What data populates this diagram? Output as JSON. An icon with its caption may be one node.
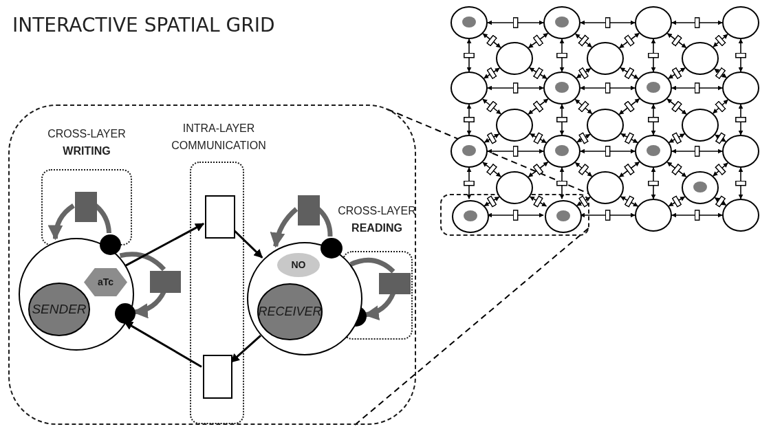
{
  "diagram": {
    "title": "INTERACTIVE SPATIAL GRID",
    "nodes": [
      {
        "text": [],
        "shape": "box"
      },
      {
        "text": [
          "CROSS-LAYER **WRITING**"
        ],
        "in": 0
      },
      {
        "text": [
          "INTRA-LAYER COMMUNICATION"
        ],
        "in": 0
      },
      {
        "text": [
          "CROSS-LAYER **READING**"
        ],
        "in": 0
      },
      {
        "text": [],
        "shape": "circle",
        "in": 0
      },
      {
        "text": [
          "SENDER"
        ],
        "in": 4
      },
      {
        "text": [
          "aTc"
        ],
        "in": 4
      },
      {
        "text": [],
        "shape": "box",
        "in": 1
      },
      {
        "text": [],
        "shape": "circle",
        "in": 0
      },
      {
        "text": [],
        "shape": "box",
        "in": 0
      },
      {
        "text": [],
        "shape": "circle",
        "in": 4
      },
      {
        "text": [],
        "shape": "box",
        "in": 2
      },
      {
        "text": [],
        "shape": "box",
        "in": 2
      },
      {
        "text": [],
        "shape": "circle",
        "in": 0
      },
      {
        "text": [
          "NO"
        ],
        "in": 13
      },
      {
        "text": [
          "RECEIVER"
        ],
        "in": 13
      },
      {
        "text": [],
        "shape": "box",
        "in": 0
      },
      {
        "text": [],
        "shape": "circle",
        "in": 0
      },
      {
        "text": [],
        "shape": "box",
        "in": 3
      },
      {
        "text": [],
        "shape": "circle",
        "in": 3
      },
      {
        "text": [],
        "shape": "box"
      },
      {
        "text": [],
        "shape": "circle"
      },
      {
        "text": [],
        "shape": "circle"
      },
      {
        "text": [],
        "shape": "circle"
      },
      {
        "text": [],
        "shape": "circle"
      },
      {
        "text": [],
        "shape": "circle"
      },
      {
        "text": [],
        "shape": "circle"
      },
      {
        "text": [],
        "shape": "circle"
      },
      {
        "text": [],
        "shape": "circle"
      },
      {
        "text": [],
        "shape": "circle"
      },
      {
        "text": [],
        "shape": "circle"
      },
      {
        "text": [],
        "shape": "circle"
      },
      {
        "text": [],
        "shape": "circle"
      },
      {
        "text": [],
        "shape": "circle"
      },
      {
        "text": [],
        "shape": "circle"
      },
      {
        "text": [],
        "shape": "circle"
      },
      {
        "text": [],
        "shape": "circle"
      },
      {
        "text": [],
        "shape": "circle"
      },
      {
        "text": [],
        "shape": "circle"
      },
      {
        "text": [],
        "shape": "circle"
      },
      {
        "text": [],
        "shape": "circle"
      },
      {
        "text": [],
        "shape": "circle"
      },
      {
        "text": [],
        "shape": "circle",
        "in": 20
      },
      {
        "text": [],
        "shape": "circle",
        "in": 20
      },
      {
        "text": [],
        "shape": "circle"
      },
      {
        "text": [],
        "shape": "circle"
      }
    ],
    "edges": [
      {
        "from": 8,
        "to": 7,
        "arrow": "none",
        "style": "thick",
        "color": "#666666"
      },
      {
        "from": 7,
        "to": 4,
        "arrow": "to",
        "style": "thick",
        "color": "#666666"
      },
      {
        "from": 4,
        "to": 9,
        "arrow": "none",
        "style": "thick",
        "color": "#666666"
      },
      {
        "from": 9,
        "to": 10,
        "arrow": "to",
        "style": "thick",
        "color": "#666666"
      },
      {
        "from": 4,
        "to": 11,
        "arrow": "to"
      },
      {
        "from": 11,
        "to": 13,
        "arrow": "to"
      },
      {
        "from": 13,
        "to": 12,
        "arrow": "to"
      },
      {
        "from": 12,
        "to": 4,
        "arrow": "to"
      },
      {
        "from": 17,
        "to": 16,
        "arrow": "none",
        "style": "thick",
        "color": "#666666"
      },
      {
        "from": 16,
        "to": 13,
        "arrow": "to",
        "style": "thick",
        "color": "#666666"
      },
      {
        "from": 13,
        "to": 18,
        "arrow": "none",
        "style": "thick",
        "color": "#666666"
      },
      {
        "from": 18,
        "to": 19,
        "arrow": "to",
        "style": "thick",
        "color": "#666666"
      },
      {
        "from": 0,
        "to": 20,
        "arrow": "none",
        "style": "dashed"
      },
      {
        "from": 0,
        "to": 20,
        "arrow": "none",
        "style": "dashed"
      },
      {
        "from": 21,
        "to": 22,
        "arrow": "both"
      },
      {
        "from": 22,
        "to": 23,
        "arrow": "both"
      },
      {
        "from": 23,
        "to": 24,
        "arrow": "both"
      },
      {
        "from": 21,
        "to": 28,
        "arrow": "both"
      },
      {
        "from": 22,
        "to": 29,
        "arrow": "both"
      },
      {
        "from": 23,
        "to": 30,
        "arrow": "both"
      },
      {
        "from": 24,
        "to": 31,
        "arrow": "both"
      },
      {
        "from": 21,
        "to": 25,
        "arrow": "both"
      },
      {
        "from": 22,
        "to": 25,
        "arrow": "both"
      },
      {
        "from": 25,
        "to": 28,
        "arrow": "both"
      },
      {
        "from": 25,
        "to": 29,
        "arrow": "both"
      },
      {
        "from": 22,
        "to": 26,
        "arrow": "both"
      },
      {
        "from": 23,
        "to": 26,
        "arrow": "both"
      },
      {
        "from": 26,
        "to": 29,
        "arrow": "both"
      },
      {
        "from": 26,
        "to": 30,
        "arrow": "both"
      },
      {
        "from": 23,
        "to": 27,
        "arrow": "both"
      },
      {
        "from": 24,
        "to": 27,
        "arrow": "both"
      },
      {
        "from": 27,
        "to": 30,
        "arrow": "both"
      },
      {
        "from": 27,
        "to": 31,
        "arrow": "both"
      },
      {
        "from": 28,
        "to": 29,
        "arrow": "both"
      },
      {
        "from": 29,
        "to": 30,
        "arrow": "both"
      },
      {
        "from": 30,
        "to": 31,
        "arrow": "both"
      },
      {
        "from": 28,
        "to": 35,
        "arrow": "both"
      },
      {
        "from": 29,
        "to": 36,
        "arrow": "both"
      },
      {
        "from": 30,
        "to": 37,
        "arrow": "both"
      },
      {
        "from": 31,
        "to": 38,
        "arrow": "both"
      },
      {
        "from": 28,
        "to": 32,
        "arrow": "both"
      },
      {
        "from": 29,
        "to": 32,
        "arrow": "both"
      },
      {
        "from": 32,
        "to": 35,
        "arrow": "both"
      },
      {
        "from": 32,
        "to": 36,
        "arrow": "both"
      },
      {
        "from": 29,
        "to": 33,
        "arrow": "both"
      },
      {
        "from": 30,
        "to": 33,
        "arrow": "both"
      },
      {
        "from": 33,
        "to": 36,
        "arrow": "both"
      },
      {
        "from": 33,
        "to": 37,
        "arrow": "both"
      },
      {
        "from": 30,
        "to": 34,
        "arrow": "both"
      },
      {
        "from": 31,
        "to": 34,
        "arrow": "both"
      },
      {
        "from": 34,
        "to": 37,
        "arrow": "both"
      },
      {
        "from": 34,
        "to": 38,
        "arrow": "both"
      },
      {
        "from": 35,
        "to": 36,
        "arrow": "both"
      },
      {
        "from": 36,
        "to": 37,
        "arrow": "both"
      },
      {
        "from": 37,
        "to": 38,
        "arrow": "both"
      },
      {
        "from": 35,
        "to": 42,
        "arrow": "both"
      },
      {
        "from": 36,
        "to": 43,
        "arrow": "both"
      },
      {
        "from": 37,
        "to": 44,
        "arrow": "both"
      },
      {
        "from": 38,
        "to": 45,
        "arrow": "both"
      },
      {
        "from": 35,
        "to": 39,
        "arrow": "both"
      },
      {
        "from": 36,
        "to": 39,
        "arrow": "both"
      },
      {
        "from": 39,
        "to": 42,
        "arrow": "both"
      },
      {
        "from": 39,
        "to": 43,
        "arrow": "both"
      },
      {
        "from": 36,
        "to": 40,
        "arrow": "both"
      },
      {
        "from": 37,
        "to": 40,
        "arrow": "both"
      },
      {
        "from": 40,
        "to": 43,
        "arrow": "both"
      },
      {
        "from": 40,
        "to": 44,
        "arrow": "both"
      },
      {
        "from": 37,
        "to": 41,
        "arrow": "both"
      },
      {
        "from": 38,
        "to": 41,
        "arrow": "both"
      },
      {
        "from": 41,
        "to": 44,
        "arrow": "both"
      },
      {
        "from": 41,
        "to": 45,
        "arrow": "both"
      },
      {
        "from": 42,
        "to": 43,
        "arrow": "both"
      },
      {
        "from": 43,
        "to": 44,
        "arrow": "both"
      },
      {
        "from": 44,
        "to": 45,
        "arrow": "both"
      }
    ]
  }
}
